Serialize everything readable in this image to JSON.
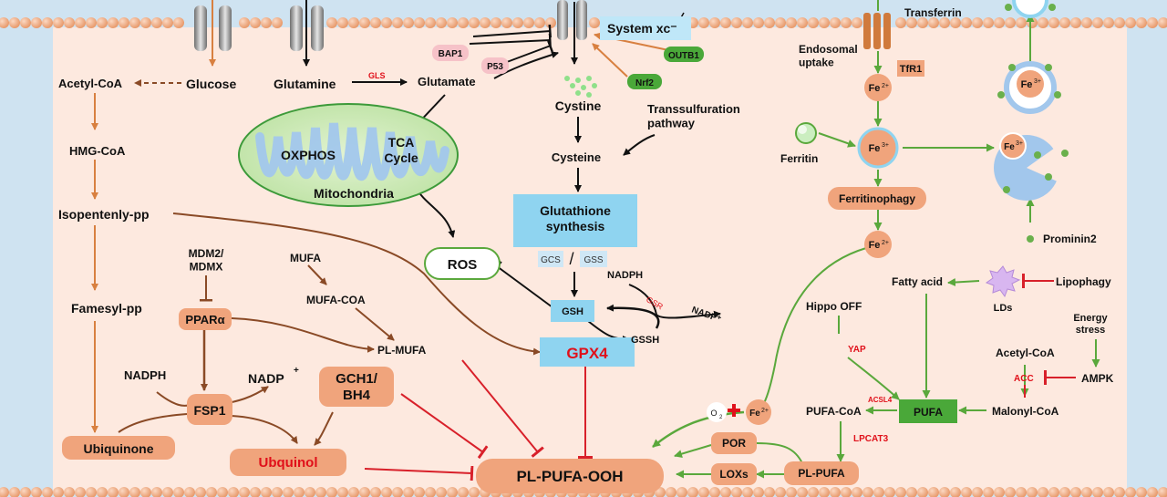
{
  "labels": {
    "glucose": "Glucose",
    "acetyl_coa_left": "Acetyl-CoA",
    "hmg_coa": "HMG-CoA",
    "isopentenyl": "Isopentenly-pp",
    "farnesyl": "Famesyl-pp",
    "ubiquinone": "Ubiquinone",
    "glutamine": "Glutamine",
    "gls": "GLS",
    "glutamate": "Glutamate",
    "bap1": "BAP1",
    "p53": "P53",
    "system_xc": "System  xc⁻",
    "outb1": "OUTB1",
    "nrf2": "Nrf2",
    "cystine": "Cystine",
    "transsulfuration": "Transsulfuration\npathway",
    "cysteine": "Cysteine",
    "gsh_synthesis": "Glutathione\nsynthesis",
    "gcs": "GCS",
    "gss": "GSS",
    "gsh": "GSH",
    "nadph_mid": "NADPH",
    "gsr": "GSR",
    "nadp_mid": "NADP⁺",
    "gssh": "GSSH",
    "gpx4": "GPX4",
    "tca": "TCA\nCycle",
    "oxphos": "OXPHOS",
    "mitochondria": "Mitochondria",
    "ros": "ROS",
    "mdm2": "MDM2/\nMDMX",
    "ppara": "PPARα",
    "mufa": "MUFA",
    "mufa_coa": "MUFA-COA",
    "pl_mufa": "PL-MUFA",
    "nadph_left": "NADPH",
    "nadp_left": "NADP",
    "nadp_left_sup": "+",
    "fsp1": "FSP1",
    "gch1": "GCH1/\nBH4",
    "ubiquinol": "Ubquinol",
    "pl_pufa_ooh": "PL-PUFA-OOH",
    "transferrin": "Transferrin",
    "endosomal": "Endosomal\nuptake",
    "tfr1": "TfR1",
    "fe2": "Fe",
    "fe2_sup": "2+",
    "fe3": "Fe",
    "fe3_sup": "3+",
    "ferritin": "Ferritin",
    "ferritinophagy": "Ferritinophagy",
    "prominin2": "Prominin2",
    "fatty_acid": "Fatty acid",
    "lds": "LDs",
    "lipophagy": "Lipophagy",
    "hippo": "Hippo OFF",
    "yap": "YAP",
    "energy_stress": "Energy\nstress",
    "acetyl_coa_right": "Acetyl-CoA",
    "acc": "ACC",
    "ampk": "AMPK",
    "malonyl_coa": "Malonyl-CoA",
    "pufa": "PUFA",
    "acsl4": "ACSL4",
    "pufa_coa": "PUFA-CoA",
    "lpcat3": "LPCAT3",
    "pl_pufa": "PL-PUFA",
    "por": "POR",
    "loxs": "LOXs",
    "o2": "O",
    "o2_sub": "2"
  },
  "colors": {
    "cell_fill": "#fde9df",
    "outside": "#cfe3f1",
    "membrane_bead": "#f2b48f",
    "orange_box": "#f0a47c",
    "blue_box": "#8fd4f0",
    "green_box": "#4aa839",
    "pink_box": "#f6c2c8",
    "red_text": "#e0101a",
    "inhibit": "#d8202a",
    "arrow_brown": "#8a4a26",
    "arrow_orange": "#d88040",
    "arrow_green": "#6ab04c"
  }
}
